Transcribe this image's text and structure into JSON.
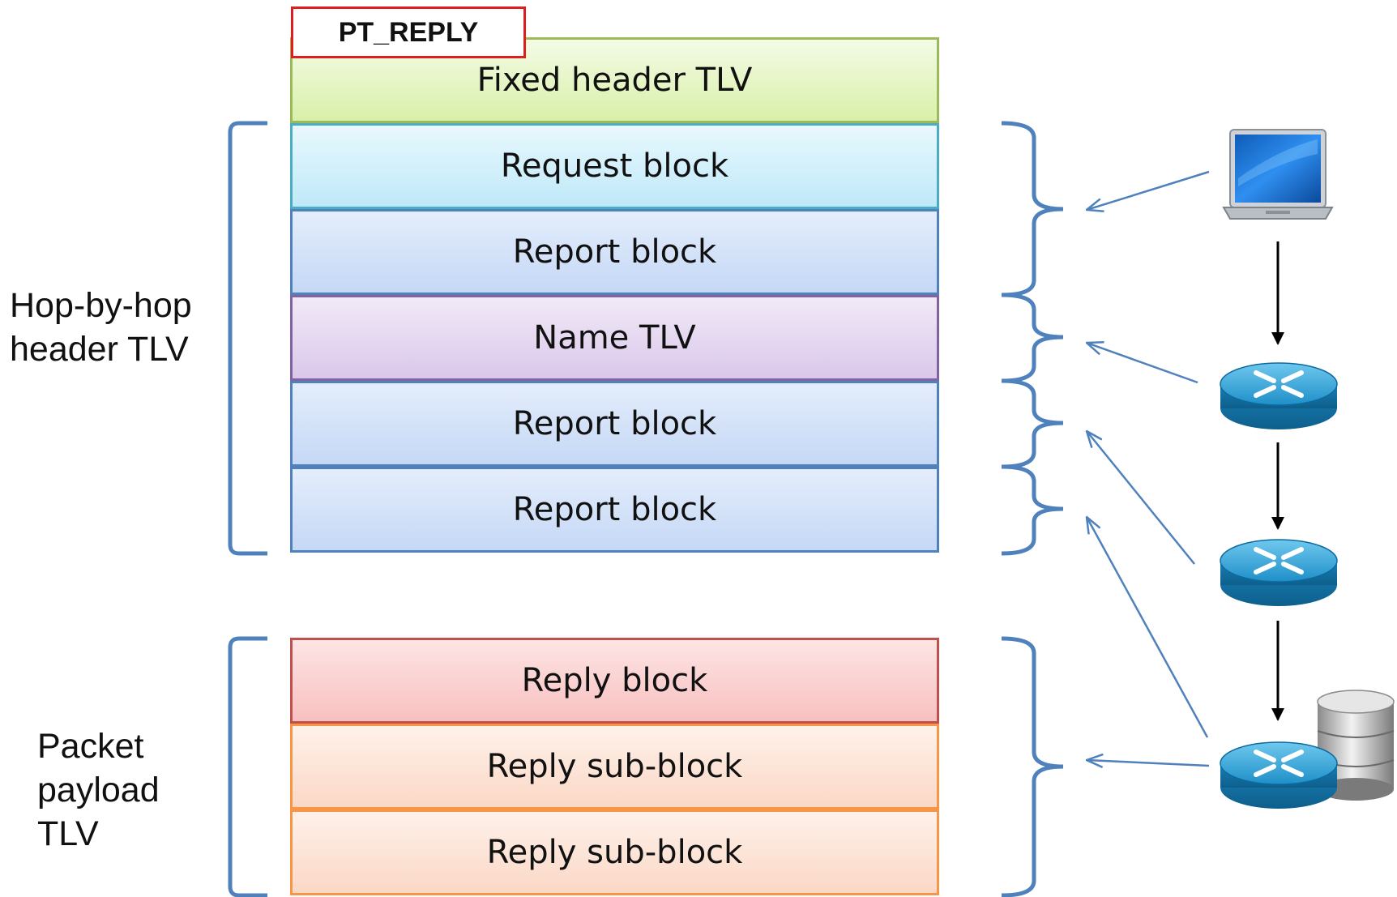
{
  "tag": "PT_REPLY",
  "blocks": [
    {
      "text": "Fixed header TLV",
      "fill_top": "#f4fbe6",
      "fill_bottom": "#d9f0a9",
      "border": "#9bbb59"
    },
    {
      "text": "Request block",
      "fill_top": "#e8f8fd",
      "fill_bottom": "#bfe9f9",
      "border": "#4bacc6"
    },
    {
      "text": "Report block",
      "fill_top": "#e4edfb",
      "fill_bottom": "#c5d8f6",
      "border": "#4f81bd"
    },
    {
      "text": "Name TLV",
      "fill_top": "#f1e9f7",
      "fill_bottom": "#dac8ea",
      "border": "#8064a2"
    },
    {
      "text": "Report block",
      "fill_top": "#e4edfb",
      "fill_bottom": "#c5d8f6",
      "border": "#4f81bd"
    },
    {
      "text": "Report block",
      "fill_top": "#e4edfb",
      "fill_bottom": "#c5d8f6",
      "border": "#4f81bd"
    },
    {
      "text": "Reply block",
      "fill_top": "#fde4e4",
      "fill_bottom": "#f8c0c0",
      "border": "#c0504d"
    },
    {
      "text": "Reply sub-block",
      "fill_top": "#fef1ea",
      "fill_bottom": "#fbd8c6",
      "border": "#f79646"
    },
    {
      "text": "Reply sub-block",
      "fill_top": "#fef1ea",
      "fill_bottom": "#fbd8c6",
      "border": "#f79646"
    }
  ],
  "labels": {
    "hop_by_hop": [
      "Hop-by-hop",
      "header TLV"
    ],
    "payload": [
      "Packet",
      "payload",
      "TLV"
    ]
  },
  "nodes": [
    {
      "kind": "laptop"
    },
    {
      "kind": "router"
    },
    {
      "kind": "router"
    },
    {
      "kind": "router-with-database"
    }
  ],
  "colors": {
    "bracket": "#4f81bd",
    "arrow_return": "#4f81bd",
    "arrow_forward": "#000000",
    "tag_border": "#e11d1d"
  }
}
